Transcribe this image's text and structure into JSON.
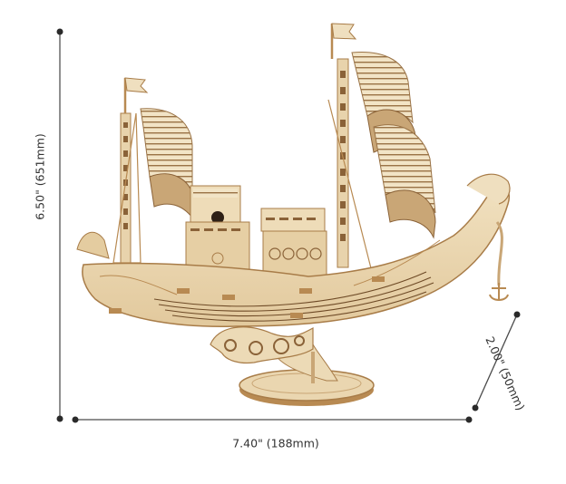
{
  "product": {
    "subject": "laser-cut wooden sailing ship model on stand",
    "colors": {
      "wood_light": "#eedcb8",
      "wood_mid": "#dcc294",
      "wood_edge": "#a87c48",
      "wood_dark": "#6e4a26",
      "line": "#4a4a4a",
      "dot": "#2a2a2a",
      "text": "#333333"
    }
  },
  "dimensions": {
    "height": {
      "label": "6.50\" (651mm)"
    },
    "width": {
      "label": "7.40\" (188mm)"
    },
    "depth": {
      "label": "2.00\" (50mm)"
    }
  }
}
